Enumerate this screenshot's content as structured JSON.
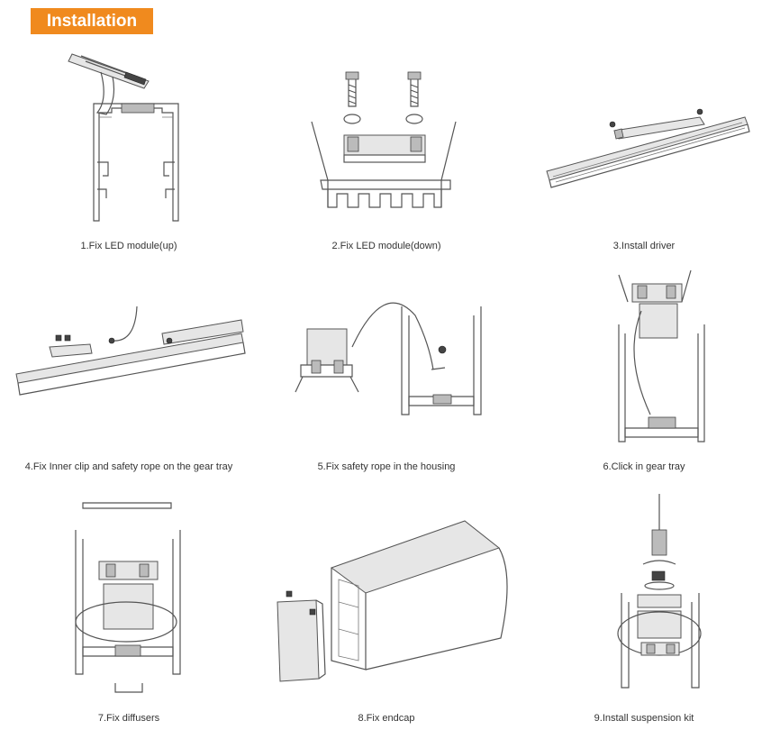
{
  "header": {
    "title": "Installation",
    "accent_color": "#f08a1e"
  },
  "steps": [
    {
      "caption": "1.Fix LED module(up)"
    },
    {
      "caption": "2.Fix LED module(down)"
    },
    {
      "caption": "3.Install driver"
    },
    {
      "caption": "4.Fix Inner clip and safety rope on the gear tray"
    },
    {
      "caption": "5.Fix safety rope in the housing"
    },
    {
      "caption": "6.Click in gear tray"
    },
    {
      "caption": "7.Fix diffusers"
    },
    {
      "caption": "8.Fix endcap"
    },
    {
      "caption": "9.Install suspension kit"
    }
  ]
}
